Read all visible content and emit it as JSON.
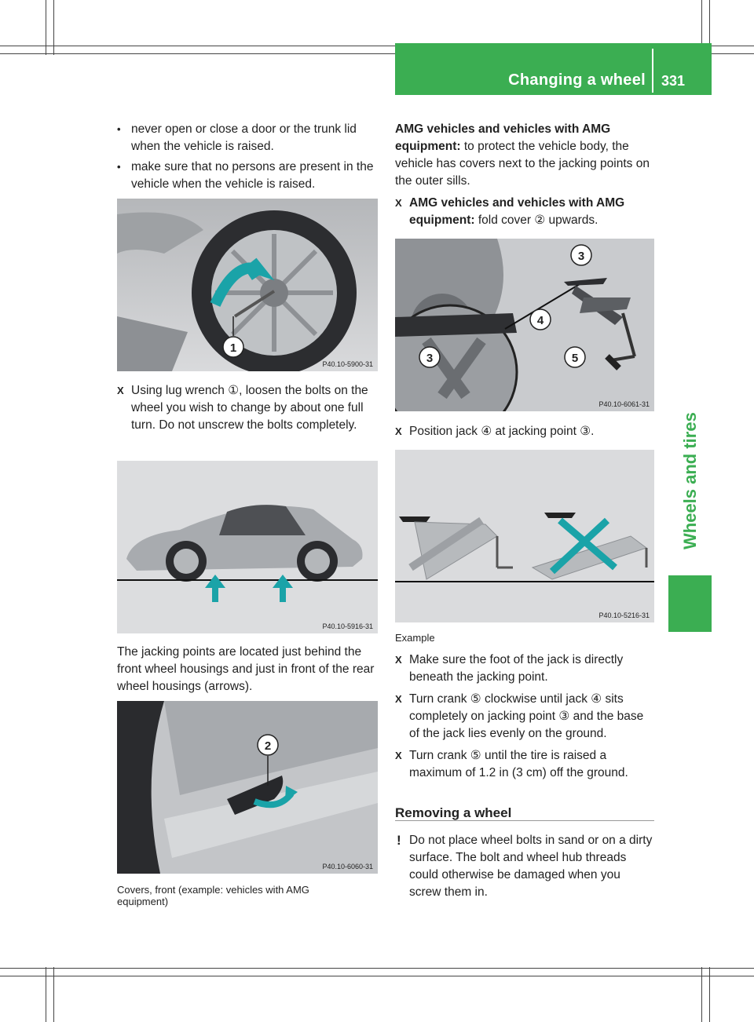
{
  "header": {
    "title": "Changing a wheel",
    "page_number": "331"
  },
  "side_tab": {
    "label": "Wheels and tires"
  },
  "left_column": {
    "bullets": [
      "never open or close a door or the trunk lid when the vehicle is raised.",
      "make sure that no persons are present in the vehicle when the vehicle is raised."
    ],
    "figure1_ref": "P40.10-5900-31",
    "figure1_callout": "1",
    "step1": "Using lug wrench ①, loosen the bolts on the wheel you wish to change by about one full turn. Do not unscrew the bolts completely.",
    "figure2_ref": "P40.10-5916-31",
    "jacking_points_text": "The jacking points are located just behind the front wheel housings and just in front of the rear wheel housings (arrows).",
    "figure3_ref": "P40.10-6060-31",
    "figure3_callout": "2",
    "figure3_caption": "Covers, front (example: vehicles with AMG equipment)"
  },
  "right_column": {
    "amg_intro_bold": "AMG vehicles and vehicles with AMG equipment:",
    "amg_intro_text": " to protect the vehicle body, the vehicle has covers next to the jacking points on the outer sills.",
    "step_fold_bold": "AMG vehicles and vehicles with AMG equipment:",
    "step_fold_text": " fold cover ② upwards.",
    "figure4_ref": "P40.10-6061-31",
    "figure4_callouts": [
      "3",
      "4",
      "5",
      "3"
    ],
    "step_position": "Position jack ④ at jacking point ③.",
    "figure5_ref": "P40.10-5216-31",
    "figure5_caption": "Example",
    "steps": [
      "Make sure the foot of the jack is directly beneath the jacking point.",
      "Turn crank ⑤ clockwise until jack ④ sits completely on jacking point ③ and the base of the jack lies evenly on the ground.",
      "Turn crank ⑤ until the tire is raised a maximum of 1.2 in (3 cm) off the ground."
    ],
    "section_heading": "Removing a wheel",
    "warning_mark": "!",
    "warning_text": "Do not place wheel bolts in sand or on a dirty surface. The bolt and wheel hub threads could otherwise be damaged when you screw them in."
  },
  "marks": {
    "bullet": "•",
    "step": "X"
  },
  "colors": {
    "accent": "#3bae52",
    "arrow": "#1aa3a8"
  }
}
